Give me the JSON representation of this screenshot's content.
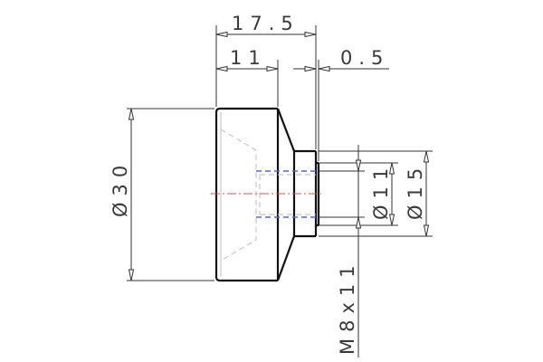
{
  "drawing": {
    "type": "technical-drawing",
    "view": "side view of stepped cylindrical part with threaded bore",
    "dimensions": {
      "overall_length": "17.5",
      "body_length": "11",
      "step_offset": "0.5",
      "body_diameter": "Ø30",
      "inner_diameter": "Ø11",
      "step_diameter": "Ø15",
      "thread": "M8x11"
    },
    "colors": {
      "outline": "#111111",
      "dimension": "#333333",
      "hidden_lines": "#c8c8c8",
      "thread_hidden_lines": "#4a6fd0",
      "centerline": "#e05050"
    }
  }
}
